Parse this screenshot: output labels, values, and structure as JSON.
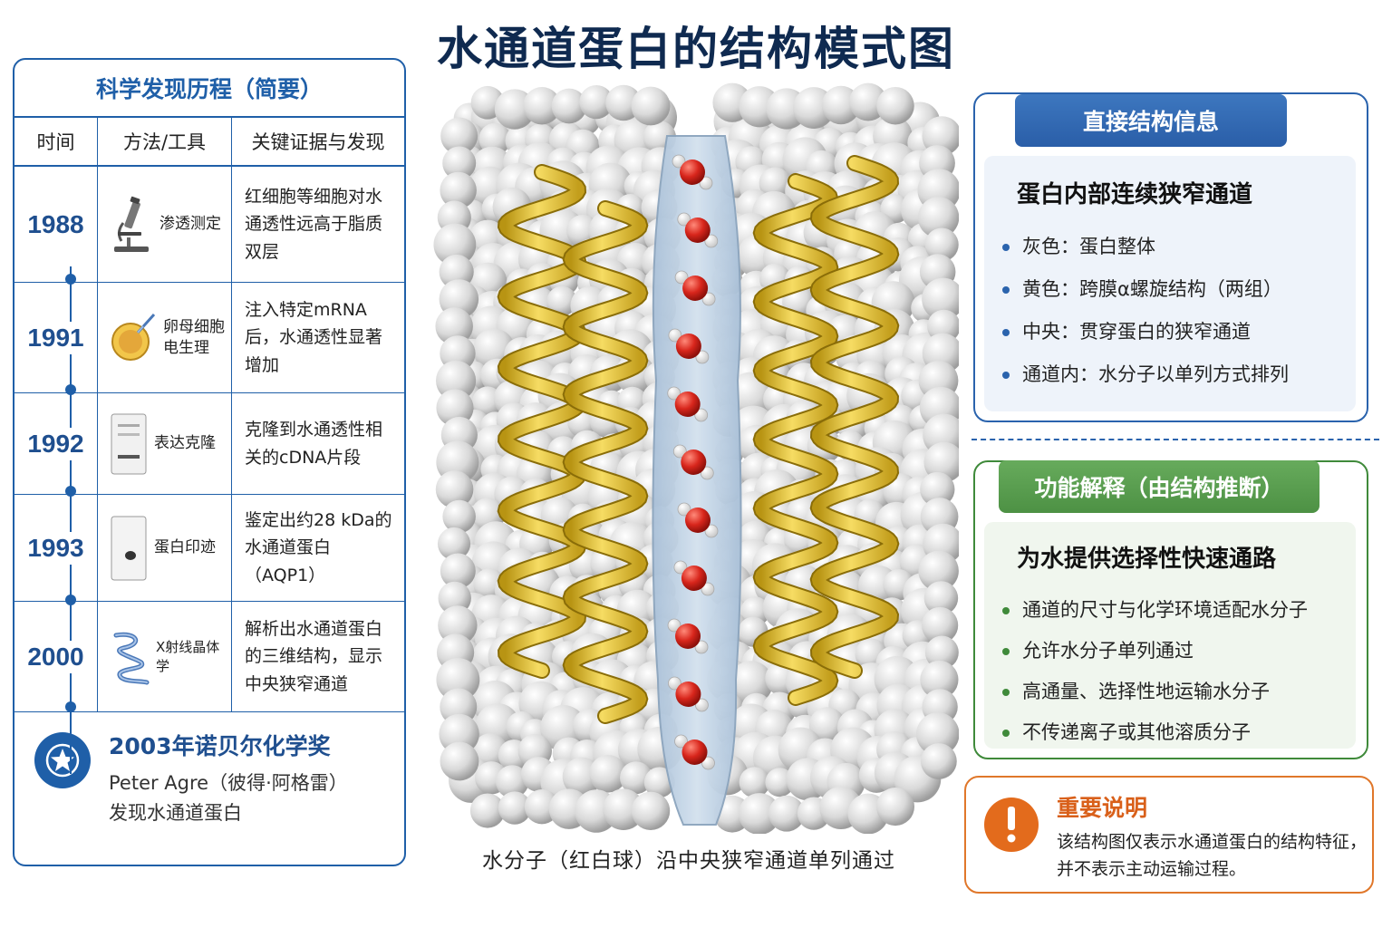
{
  "title": "水通道蛋白的结构模式图",
  "timeline": {
    "title": "科学发现历程（简要）",
    "headers": [
      "时间",
      "方法/工具",
      "关键证据与发现"
    ],
    "rows": [
      {
        "year": "1988",
        "method": "渗透测定",
        "finding": "红细胞等细胞对水通透性远高于脂质双层",
        "icon": "microscope-icon"
      },
      {
        "year": "1991",
        "method": "卵母细胞电生理",
        "finding": "注入特定mRNA后，水通透性显著增加",
        "icon": "oocyte-icon"
      },
      {
        "year": "1992",
        "method": "表达克隆",
        "finding": "克隆到水通透性相关的cDNA片段",
        "icon": "gel-icon"
      },
      {
        "year": "1993",
        "method": "蛋白印迹",
        "finding": "鉴定出约28 kDa的水通道蛋白（AQP1）",
        "icon": "western-blot-icon"
      },
      {
        "year": "2000",
        "method": "X射线晶体学",
        "finding": "解析出水通道蛋白的三维结构，显示中央狭窄通道",
        "icon": "protein-structure-icon"
      }
    ],
    "nobel": {
      "title": "2003年诺贝尔化学奖",
      "line1": "Peter Agre（彼得·阿格雷）",
      "line2": "发现水通道蛋白"
    }
  },
  "illustration": {
    "caption": "水分子（红白球）沿中央狭窄通道单列通过",
    "water_molecules": 11,
    "colors": {
      "protein": "#d6d6d6",
      "helix": "#e8c53a",
      "channel": "#b9cde0",
      "oxygen": "#d8261c",
      "hydrogen": "#ffffff"
    }
  },
  "structure": {
    "tab": "直接结构信息",
    "subtitle": "蛋白内部连续狭窄通道",
    "items": [
      "灰色：蛋白整体",
      "黄色：跨膜α螺旋结构（两组）",
      "中央：贯穿蛋白的狭窄通道",
      "通道内：水分子以单列方式排列"
    ]
  },
  "function": {
    "tab": "功能解释（由结构推断）",
    "subtitle": "为水提供选择性快速通路",
    "items": [
      "通道的尺寸与化学环境适配水分子",
      "允许水分子单列通过",
      "高通量、选择性地运输水分子",
      "不传递离子或其他溶质分子"
    ]
  },
  "note": {
    "title": "重要说明",
    "line1": "该结构图仅表示水通道蛋白的结构特征，",
    "line2": "并不表示主动运输过程。"
  },
  "colors": {
    "primary_blue": "#1f5fa8",
    "green": "#3f8a3a",
    "orange": "#e0772a",
    "title": "#0f2a50"
  }
}
